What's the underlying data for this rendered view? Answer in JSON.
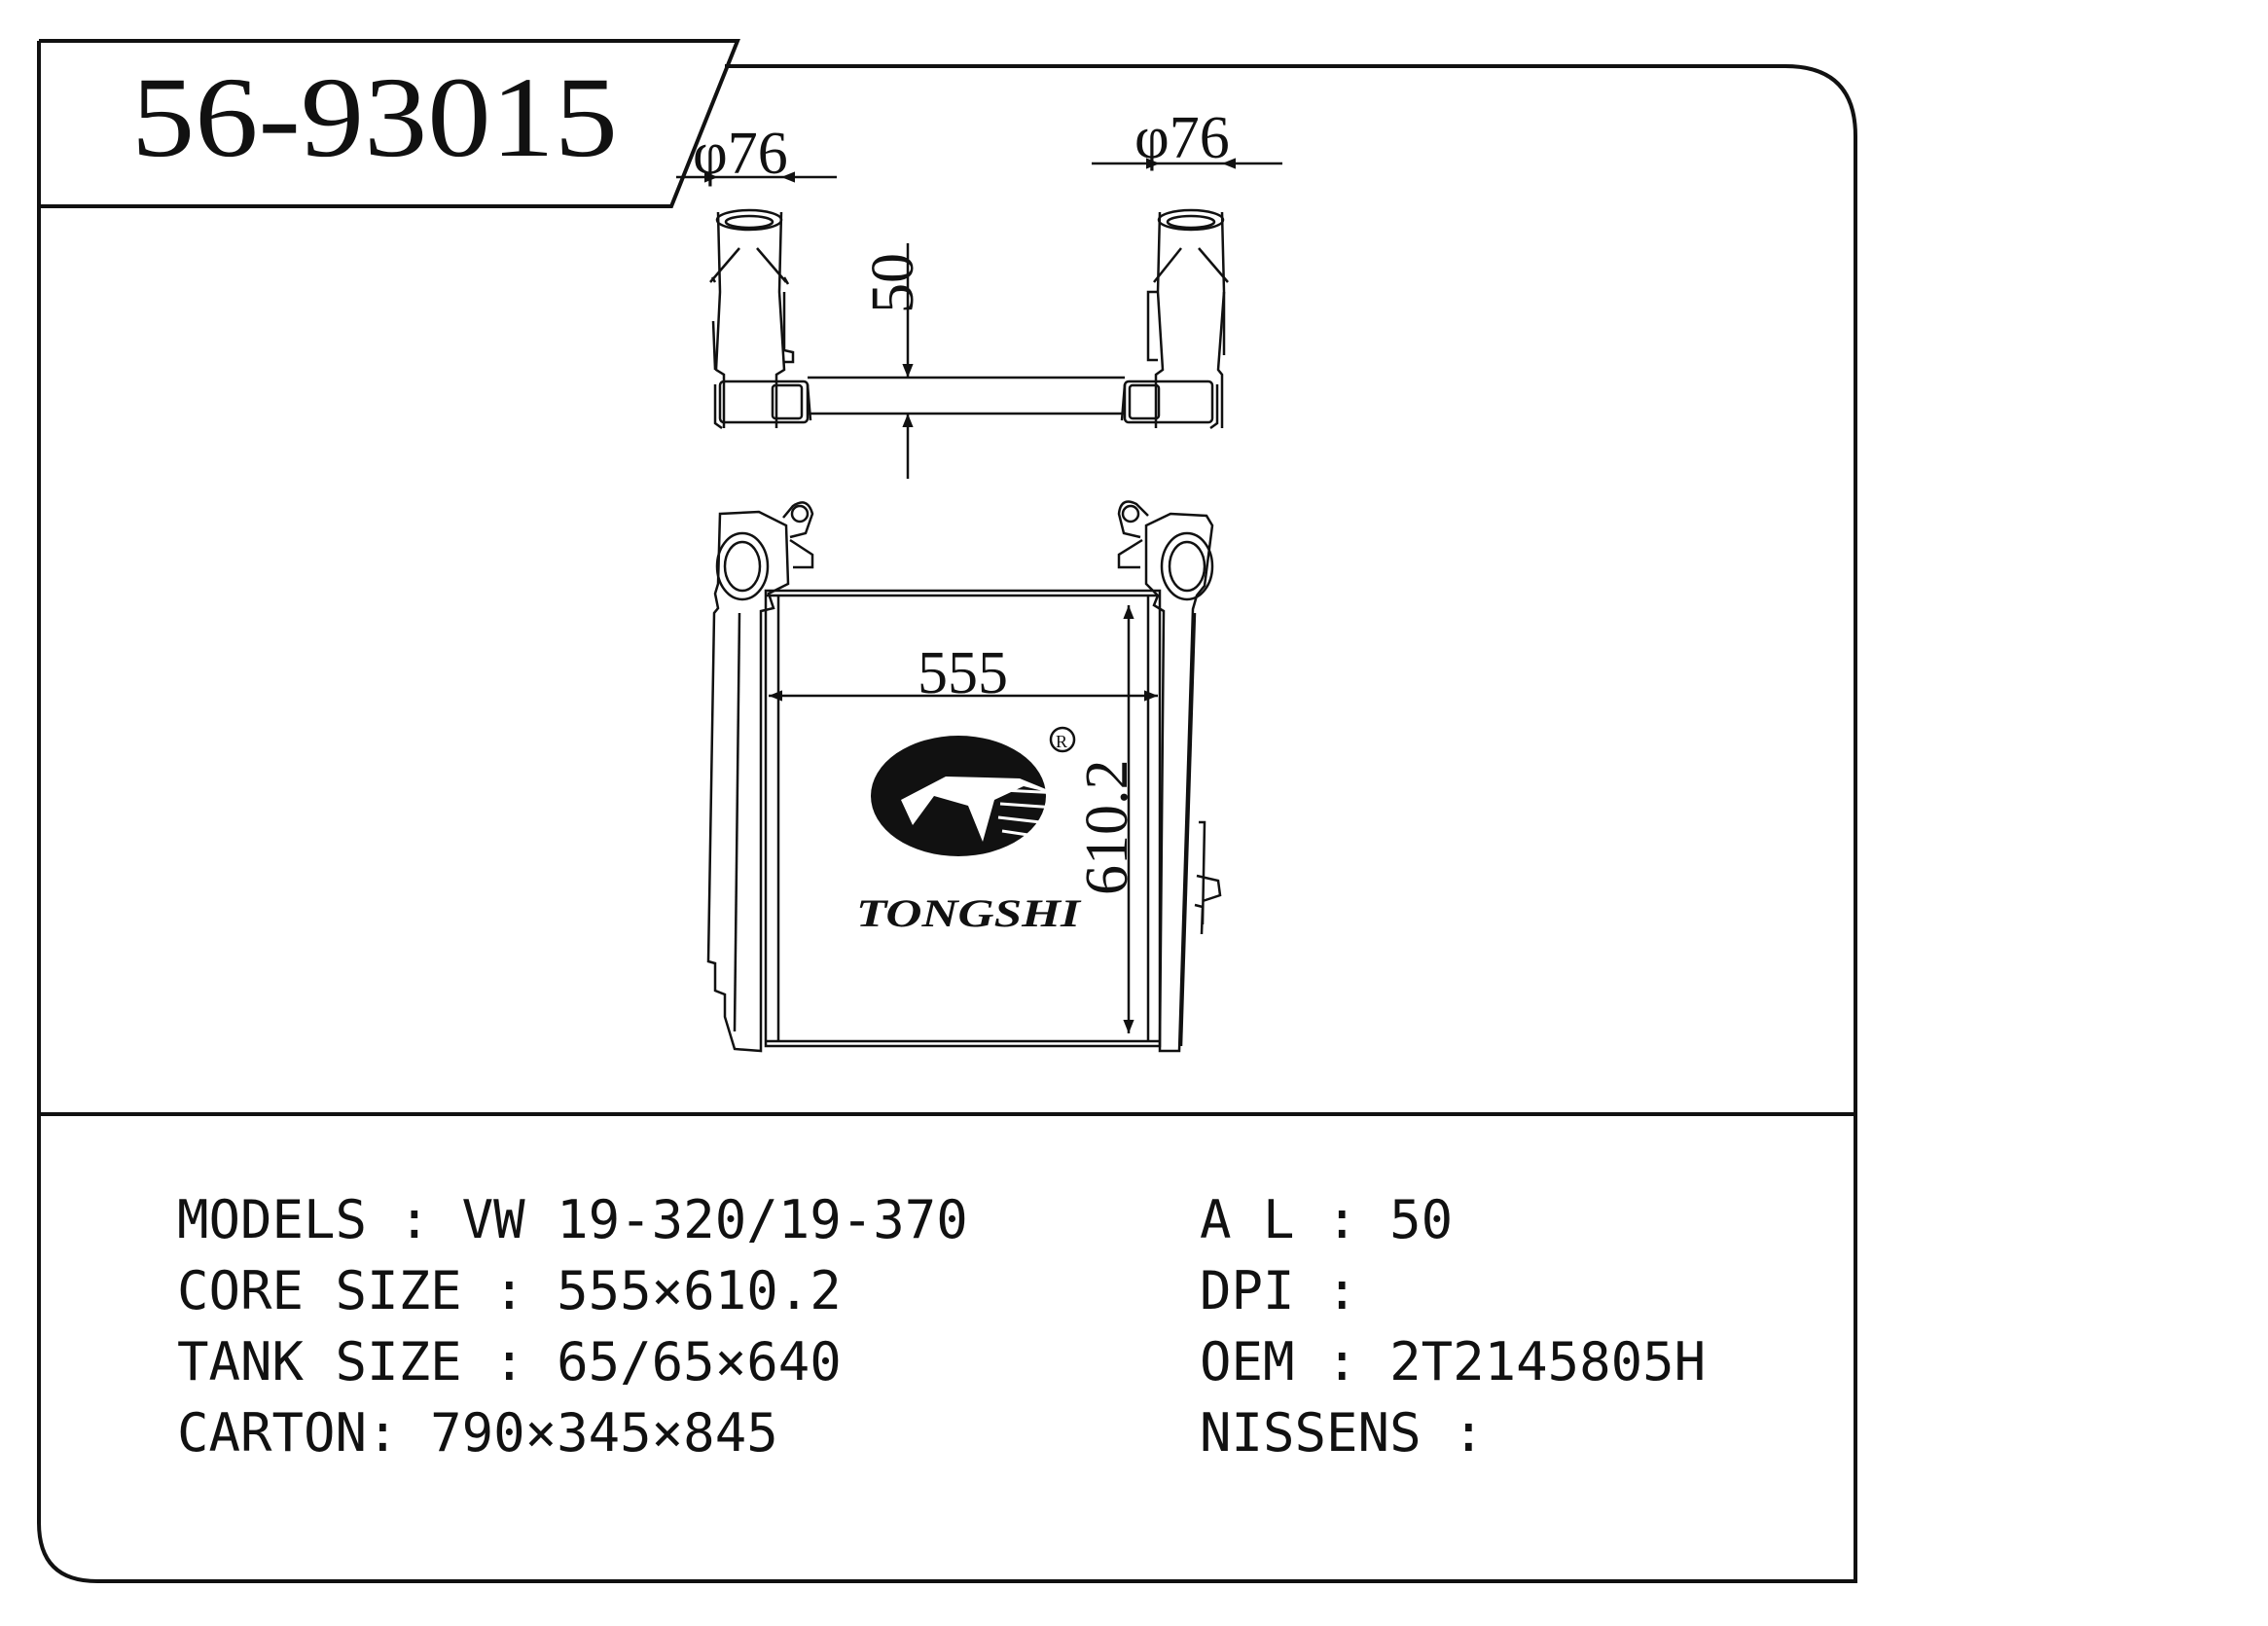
{
  "part_number": "56-93015",
  "dimensions": {
    "inlet_diameter_left": "φ76",
    "inlet_diameter_right": "φ76",
    "core_thickness": "50",
    "core_width": "555",
    "core_height": "610.2"
  },
  "logo": {
    "brand": "TONGSHI",
    "registered_mark": "R"
  },
  "specs_left": [
    {
      "label": "MODELS : ",
      "value": "VW 19-320/19-370"
    },
    {
      "label": "CORE SIZE : ",
      "value": "555×610.2"
    },
    {
      "label": "TANK SIZE : ",
      "value": "65/65×640"
    },
    {
      "label": "CARTON: ",
      "value": "790×345×845"
    }
  ],
  "specs_right": [
    {
      "label": "A L : ",
      "value": "50"
    },
    {
      "label": "DPI : ",
      "value": ""
    },
    {
      "label": "OEM : ",
      "value": "2T2145805H"
    },
    {
      "label": "NISSENS : ",
      "value": ""
    }
  ]
}
